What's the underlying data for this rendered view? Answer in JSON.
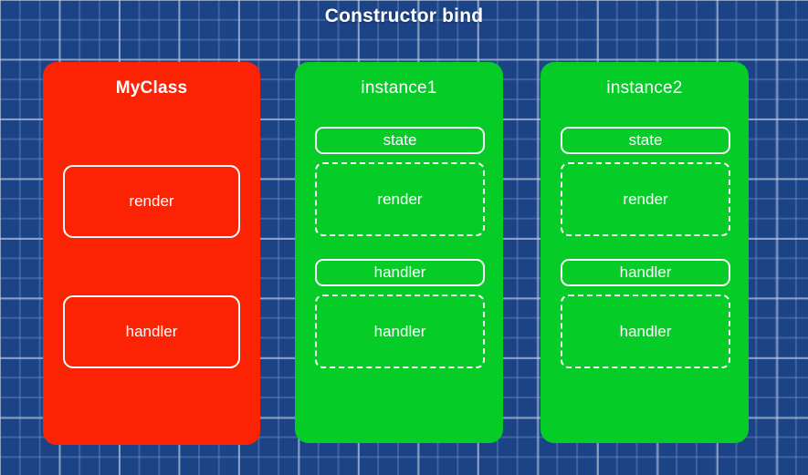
{
  "diagram": {
    "title": "Constructor bind",
    "background": {
      "color": "#1b4386",
      "grid_minor_color": "#3a63a0",
      "grid_major_color": "#c3cbdb"
    },
    "cards": [
      {
        "id": "myclass",
        "title": "MyClass",
        "color": "#fc2204",
        "slots": [
          {
            "label": "render",
            "border": "solid",
            "size": "tall"
          },
          {
            "label": "handler",
            "border": "solid",
            "size": "tall"
          }
        ]
      },
      {
        "id": "instance1",
        "title": "instance1",
        "color": "#05cc26",
        "slots": [
          {
            "label": "state",
            "border": "solid",
            "size": "short"
          },
          {
            "label": "render",
            "border": "dashed",
            "size": "tall"
          },
          {
            "label": "handler",
            "border": "solid",
            "size": "short"
          },
          {
            "label": "handler",
            "border": "dashed",
            "size": "tall"
          }
        ]
      },
      {
        "id": "instance2",
        "title": "instance2",
        "color": "#05cc26",
        "slots": [
          {
            "label": "state",
            "border": "solid",
            "size": "short"
          },
          {
            "label": "render",
            "border": "dashed",
            "size": "tall"
          },
          {
            "label": "handler",
            "border": "solid",
            "size": "short"
          },
          {
            "label": "handler",
            "border": "dashed",
            "size": "tall"
          }
        ]
      }
    ]
  }
}
